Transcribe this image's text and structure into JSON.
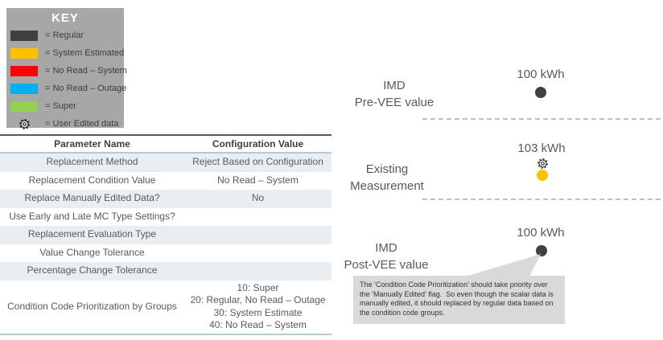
{
  "colors": {
    "key_background": "#a7a7a7",
    "callout_background": "#d9d9d9",
    "regular": "#404040",
    "system_estimated": "#FFC000",
    "no_read_system": "#FF0000",
    "no_read_outage": "#00B0F0",
    "super": "#92D050"
  },
  "key": {
    "title": "KEY",
    "items": [
      {
        "name": "regular",
        "color": "#404040",
        "label": "= Regular"
      },
      {
        "name": "system-estimated",
        "color": "#FFC000",
        "label": "= System Estimated"
      },
      {
        "name": "no-read-system",
        "color": "#FF0000",
        "label": "= No Read – System"
      },
      {
        "name": "no-read-outage",
        "color": "#00B0F0",
        "label": "= No Read – Outage"
      },
      {
        "name": "super",
        "color": "#92D050",
        "label": "= Super"
      },
      {
        "name": "user-edited",
        "icon": "gear-icon",
        "label": "= User Edited data"
      }
    ]
  },
  "table": {
    "headers": [
      "Parameter Name",
      "Configuration Value"
    ],
    "rows": [
      {
        "param": "Replacement Method",
        "value": "Reject Based on Configuration"
      },
      {
        "param": "Replacement Condition Value",
        "value": "No Read – System"
      },
      {
        "param": "Replace Manually Edited Data?",
        "value": "No"
      },
      {
        "param": "Use Early and Late MC Type Settings?",
        "value": ""
      },
      {
        "param": "Replacement Evaluation Type",
        "value": ""
      },
      {
        "param": "Value Change Tolerance",
        "value": ""
      },
      {
        "param": "Percentage Change Tolerance",
        "value": ""
      },
      {
        "param": "Condition Code Prioritization by Groups",
        "value": "10: Super\n20: Regular, No Read – Outage\n30: System Estimate\n40: No Read – System"
      }
    ]
  },
  "diagram": {
    "rows": [
      {
        "label": "IMD\nPre-VEE value",
        "value": "100 kWh",
        "marker": "regular",
        "marker_color": "#404040",
        "user_edited": false
      },
      {
        "label": "Existing\nMeasurement",
        "value": "103 kWh",
        "marker": "system-estimated",
        "marker_color": "#FFC000",
        "user_edited": true
      },
      {
        "label": "IMD\nPost-VEE value",
        "value": "100 kWh",
        "marker": "regular",
        "marker_color": "#404040",
        "user_edited": false
      }
    ],
    "callout": "The ‘Condition Code Prioritization’ should take priority over the ‘Manually Edited’ flag.  So even though the scalar data is manually edited, it should replaced by regular data based on the condition code groups."
  }
}
